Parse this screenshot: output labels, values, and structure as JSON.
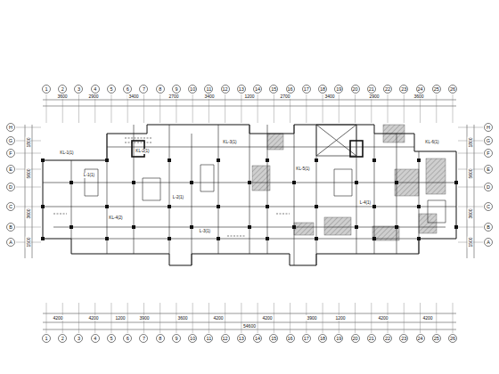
{
  "diagram": {
    "nodes": [
      {
        "text": [
          "1"
        ]
      },
      {
        "text": [
          "2"
        ]
      },
      {
        "text": [
          "3"
        ]
      },
      {
        "text": [
          "4"
        ]
      },
      {
        "text": [
          "5"
        ]
      },
      {
        "text": [
          "6"
        ]
      },
      {
        "text": [
          "7"
        ]
      },
      {
        "text": [
          "8"
        ]
      },
      {
        "text": [
          "9"
        ]
      },
      {
        "text": [
          "10"
        ]
      },
      {
        "text": [
          "11"
        ]
      },
      {
        "text": [
          "12"
        ]
      },
      {
        "text": [
          "13"
        ]
      },
      {
        "text": [
          "14"
        ]
      },
      {
        "text": [
          "15"
        ]
      },
      {
        "text": [
          "16"
        ]
      },
      {
        "text": [
          "17"
        ]
      },
      {
        "text": [
          "18"
        ]
      },
      {
        "text": [
          "19"
        ]
      },
      {
        "text": [
          "20"
        ]
      },
      {
        "text": [
          "21"
        ]
      },
      {
        "text": [
          "22"
        ]
      },
      {
        "text": [
          "23"
        ]
      },
      {
        "text": [
          "24"
        ]
      },
      {
        "text": [
          "25"
        ]
      },
      {
        "text": [
          "26"
        ]
      },
      {
        "text": [
          "1"
        ]
      },
      {
        "text": [
          "2"
        ]
      },
      {
        "text": [
          "3"
        ]
      },
      {
        "text": [
          "4"
        ]
      },
      {
        "text": [
          "5"
        ]
      },
      {
        "text": [
          "6"
        ]
      },
      {
        "text": [
          "7"
        ]
      },
      {
        "text": [
          "8"
        ]
      },
      {
        "text": [
          "9"
        ]
      },
      {
        "text": [
          "10"
        ]
      },
      {
        "text": [
          "11"
        ]
      },
      {
        "text": [
          "12"
        ]
      },
      {
        "text": [
          "13"
        ]
      },
      {
        "text": [
          "14"
        ]
      },
      {
        "text": [
          "15"
        ]
      },
      {
        "text": [
          "16"
        ]
      },
      {
        "text": [
          "17"
        ]
      },
      {
        "text": [
          "18"
        ]
      },
      {
        "text": [
          "19"
        ]
      },
      {
        "text": [
          "20"
        ]
      },
      {
        "text": [
          "21"
        ]
      },
      {
        "text": [
          "22"
        ]
      },
      {
        "text": [
          "23"
        ]
      },
      {
        "text": [
          "24"
        ]
      },
      {
        "text": [
          "25"
        ]
      },
      {
        "text": [
          "26"
        ]
      },
      {
        "text": [
          "H"
        ]
      },
      {
        "text": [
          "G"
        ]
      },
      {
        "text": [
          "F"
        ]
      },
      {
        "text": [
          "E"
        ]
      },
      {
        "text": [
          "D"
        ]
      },
      {
        "text": [
          "C"
        ]
      },
      {
        "text": [
          "B"
        ]
      },
      {
        "text": [
          "A"
        ]
      },
      {
        "text": [
          "H"
        ]
      },
      {
        "text": [
          "G"
        ]
      },
      {
        "text": [
          "F"
        ]
      },
      {
        "text": [
          "E"
        ]
      },
      {
        "text": [
          "D"
        ]
      },
      {
        "text": [
          "C"
        ]
      },
      {
        "text": [
          "B"
        ]
      },
      {
        "text": [
          "A"
        ]
      }
    ],
    "labels": [
      "3600",
      "2900",
      "3400",
      "2700",
      "3400",
      "1200",
      "2700",
      "3400",
      "2900",
      "3600",
      "4200",
      "4200",
      "1200",
      "3900",
      "3600",
      "4200",
      "4200",
      "3900",
      "1200",
      "4200",
      "4200",
      "54600",
      "1800",
      "5600",
      "3600",
      "1500",
      "1800",
      "5600",
      "3600",
      "1500",
      "KL-1(1)",
      "L-1(1)",
      "KL-2(1)",
      "L-2(1)",
      "KL-3(1)",
      "KL-4(2)",
      "L-3(1)",
      "KL-5(1)",
      "L-4(1)",
      "KL-6(1)"
    ]
  }
}
